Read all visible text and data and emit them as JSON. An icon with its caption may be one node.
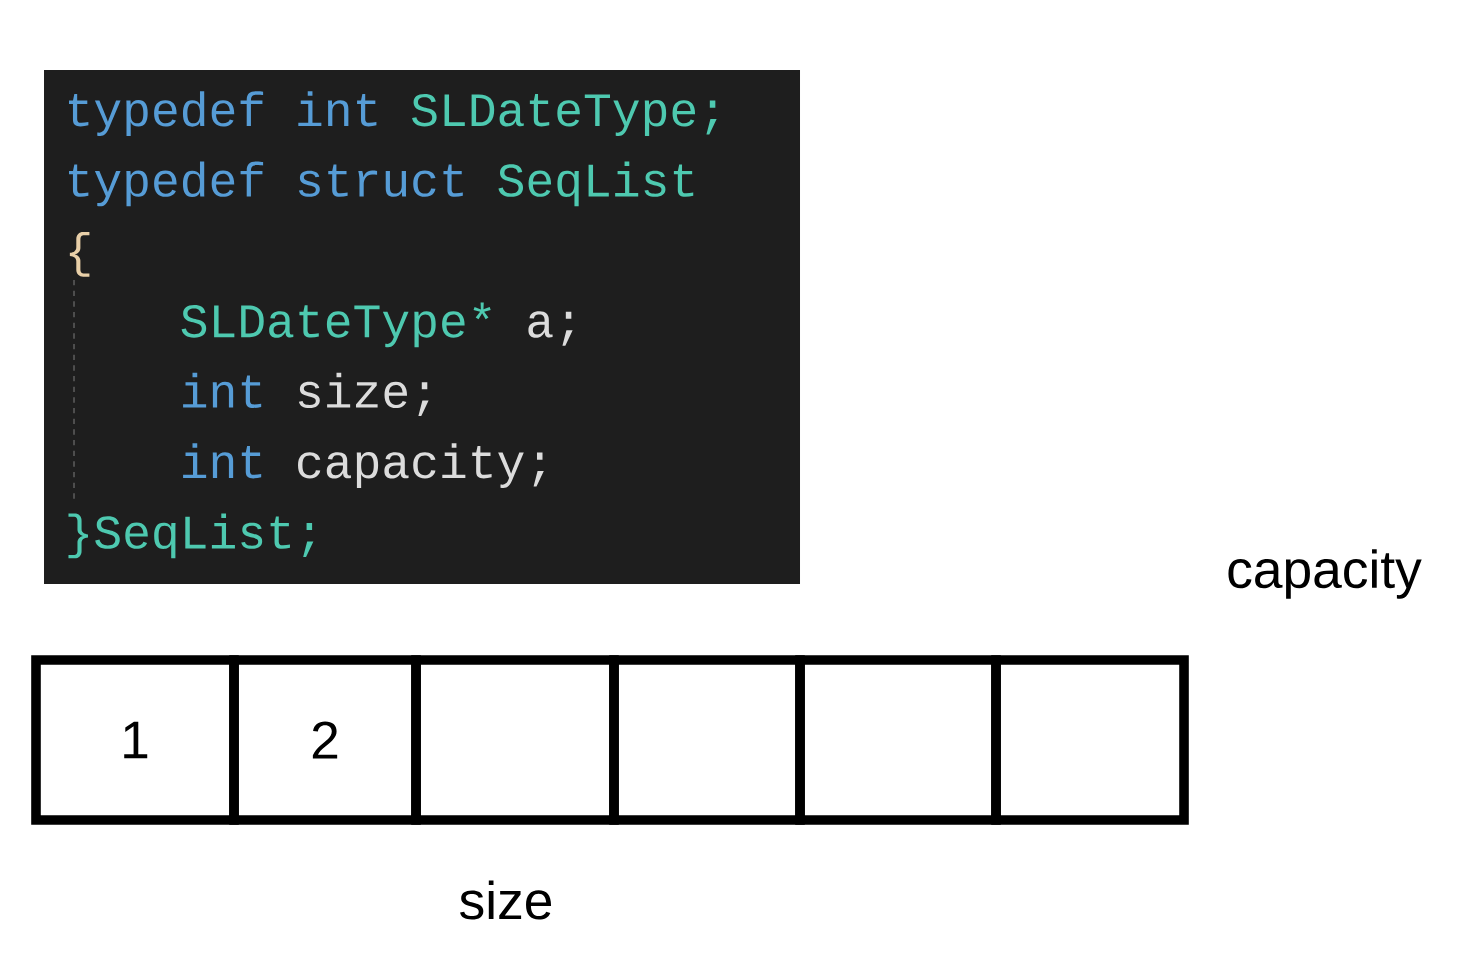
{
  "diagram": {
    "nodes": [
      {
        "text": [
          "typedef int SLDateType;",
          "typedef struct SeqList",
          "{",
          "SLDateType* a;",
          "int size;",
          "int capacity;",
          "}SeqList;"
        ]
      },
      {
        "text": [
          "1"
        ]
      },
      {
        "text": [
          "2"
        ]
      },
      {
        "text": [],
        "shape": "box"
      },
      {
        "text": [],
        "shape": "box"
      },
      {
        "text": [],
        "shape": "box"
      },
      {
        "text": [],
        "shape": "box"
      }
    ],
    "labels": [
      "capacity",
      "size"
    ]
  }
}
